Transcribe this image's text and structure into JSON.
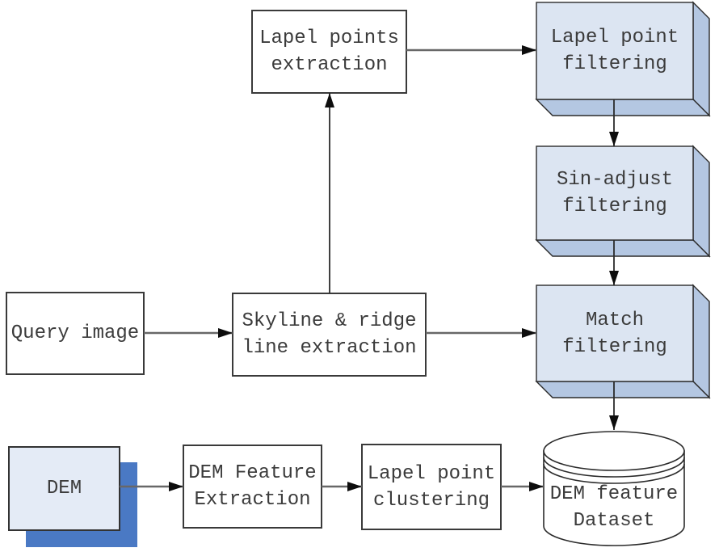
{
  "diagram": {
    "type": "flowchart",
    "background": "#ffffff",
    "colors": {
      "node_front_fill": "#dce5f2",
      "node_side_fill": "#b4c7e2",
      "plain_node_fill": "#ffffff",
      "dem_shadow_fill": "#4a79c4",
      "border": "#3a3a3a",
      "text": "#3b3b3b",
      "arrow_line": "#686868",
      "arrow_head": "#0d0d0d"
    },
    "nodes": [
      {
        "id": "query-image",
        "shape": "rectangle",
        "lines": [
          "Query image"
        ]
      },
      {
        "id": "skyline-ridge-line-extraction",
        "shape": "rectangle",
        "lines": [
          "Skyline & ridge",
          "line extraction"
        ]
      },
      {
        "id": "lapel-points-extraction",
        "shape": "rectangle",
        "lines": [
          "Lapel points",
          "extraction"
        ]
      },
      {
        "id": "lapel-point-filtering",
        "shape": "box-3d",
        "lines": [
          "Lapel point",
          "filtering"
        ]
      },
      {
        "id": "sin-adjust-filtering",
        "shape": "box-3d",
        "lines": [
          "Sin-adjust",
          "filtering"
        ]
      },
      {
        "id": "match-filtering",
        "shape": "box-3d",
        "lines": [
          "Match",
          "filtering"
        ]
      },
      {
        "id": "dem",
        "shape": "shadowed-rectangle",
        "lines": [
          "DEM"
        ]
      },
      {
        "id": "dem-feature-extraction",
        "shape": "rectangle",
        "lines": [
          "DEM Feature",
          "Extraction"
        ]
      },
      {
        "id": "lapel-point-clustering",
        "shape": "rectangle",
        "lines": [
          "Lapel point",
          "clustering"
        ]
      },
      {
        "id": "dem-feature-dataset",
        "shape": "cylinder",
        "lines": [
          "DEM feature",
          "Dataset"
        ]
      }
    ],
    "edges": [
      {
        "from": "query-image",
        "to": "skyline-ridge-line-extraction"
      },
      {
        "from": "skyline-ridge-line-extraction",
        "to": "lapel-points-extraction"
      },
      {
        "from": "lapel-points-extraction",
        "to": "lapel-point-filtering"
      },
      {
        "from": "lapel-point-filtering",
        "to": "sin-adjust-filtering"
      },
      {
        "from": "sin-adjust-filtering",
        "to": "match-filtering"
      },
      {
        "from": "skyline-ridge-line-extraction",
        "to": "match-filtering"
      },
      {
        "from": "match-filtering",
        "to": "dem-feature-dataset"
      },
      {
        "from": "dem",
        "to": "dem-feature-extraction"
      },
      {
        "from": "dem-feature-extraction",
        "to": "lapel-point-clustering"
      },
      {
        "from": "lapel-point-clustering",
        "to": "dem-feature-dataset"
      }
    ]
  }
}
